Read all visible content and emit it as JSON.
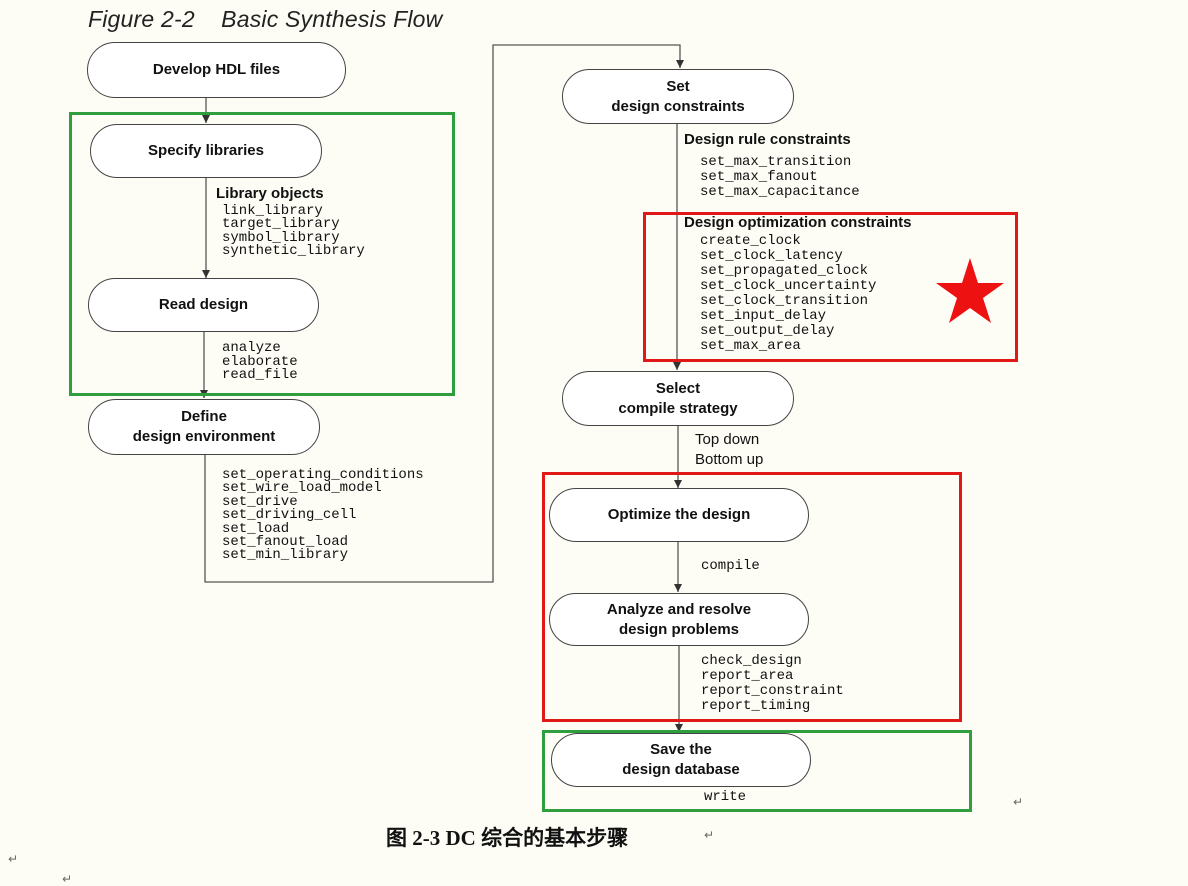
{
  "figure_title": "Figure 2-2    Basic Synthesis Flow",
  "caption": "图 2-3 DC 综合的基本步骤",
  "colors": {
    "highlight_green": "#2e9e3e",
    "highlight_red": "#e01818",
    "star": "#ee1111"
  },
  "nodes": {
    "develop_hdl": [
      "Develop HDL files"
    ],
    "specify_libraries": [
      "Specify libraries"
    ],
    "read_design": [
      "Read design"
    ],
    "define_env": [
      "Define",
      "design environment"
    ],
    "set_constraints": [
      "Set",
      "design constraints"
    ],
    "select_strategy": [
      "Select",
      "compile strategy"
    ],
    "optimize": [
      "Optimize the design"
    ],
    "analyze": [
      "Analyze and resolve",
      "design problems"
    ],
    "save": [
      "Save the",
      "design database"
    ]
  },
  "library_objects": {
    "heading": "Library objects",
    "commands": [
      "link_library",
      "target_library",
      "symbol_library",
      "synthetic_library"
    ]
  },
  "read_commands": [
    "analyze",
    "elaborate",
    "read_file"
  ],
  "environment_commands": [
    "set_operating_conditions",
    "set_wire_load_model",
    "set_drive",
    "set_driving_cell",
    "set_load",
    "set_fanout_load",
    "set_min_library"
  ],
  "design_rule_constraints": {
    "heading": "Design rule constraints",
    "commands": [
      "set_max_transition",
      "set_max_fanout",
      "set_max_capacitance"
    ]
  },
  "design_optimization_constraints": {
    "heading": "Design optimization constraints",
    "commands": [
      "create_clock",
      "set_clock_latency",
      "set_propagated_clock",
      "set_clock_uncertainty",
      "set_clock_transition",
      "set_input_delay",
      "set_output_delay",
      "set_max_area"
    ]
  },
  "strategies": [
    "Top down",
    "Bottom up"
  ],
  "compile_command": "compile",
  "check_commands": [
    "check_design",
    "report_area",
    "report_constraint",
    "report_timing"
  ],
  "write_command": "write"
}
